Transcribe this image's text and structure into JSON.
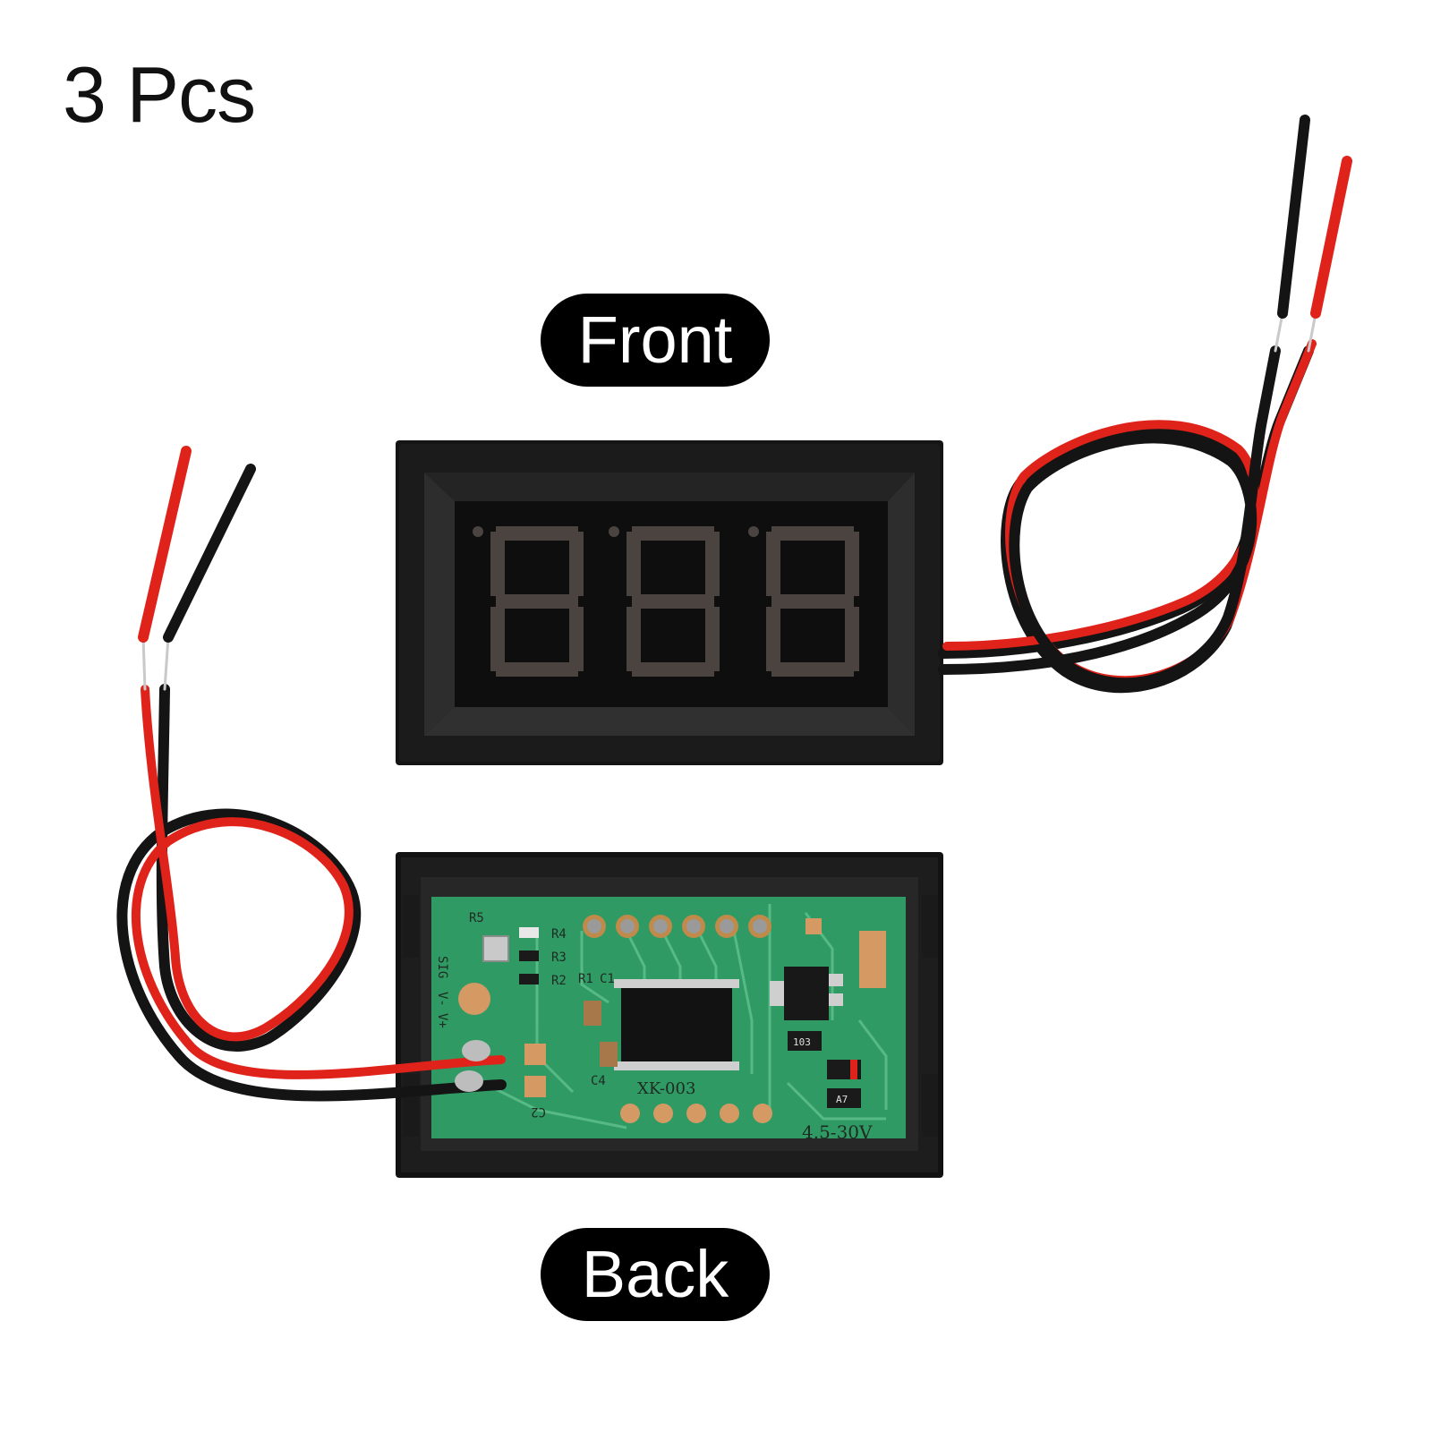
{
  "quantity_label": "3 Pcs",
  "views": {
    "front_label": "Front",
    "back_label": "Back"
  },
  "pcb": {
    "model": "XK-003",
    "voltage_range": "4.5-30V",
    "pin_labels": [
      "SIG",
      "V-",
      "V+"
    ],
    "resistors": [
      "R5",
      "R4",
      "R3",
      "R2",
      "R1"
    ],
    "capacitors": [
      "C1",
      "C2",
      "C4"
    ],
    "component_codes": [
      "103",
      "A7"
    ]
  },
  "colors": {
    "wire_red": "#e0231a",
    "wire_black": "#141414",
    "housing": "#151515",
    "pcb_green": "#2f9a64",
    "segment_off": "#4a4340"
  }
}
